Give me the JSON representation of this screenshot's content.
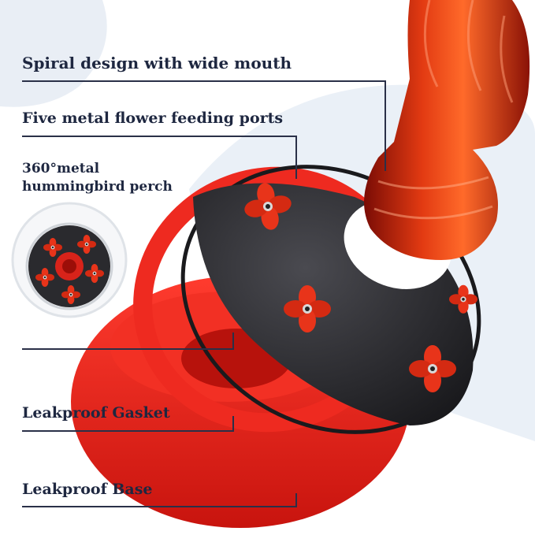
{
  "labels": {
    "spiral": "Spiral design with wide mouth",
    "ports": "Five metal flower feeding ports",
    "perch_line1": "360°metal",
    "perch_line2": "hummingbird perch",
    "gasket": "Leakproof Gasket",
    "base": "Leakproof Base"
  },
  "colors": {
    "label_text": "#1e2740",
    "feeder_red": "#e8231c",
    "port_tray": "#2a2a2e",
    "background_blob": "#e9eef5"
  }
}
